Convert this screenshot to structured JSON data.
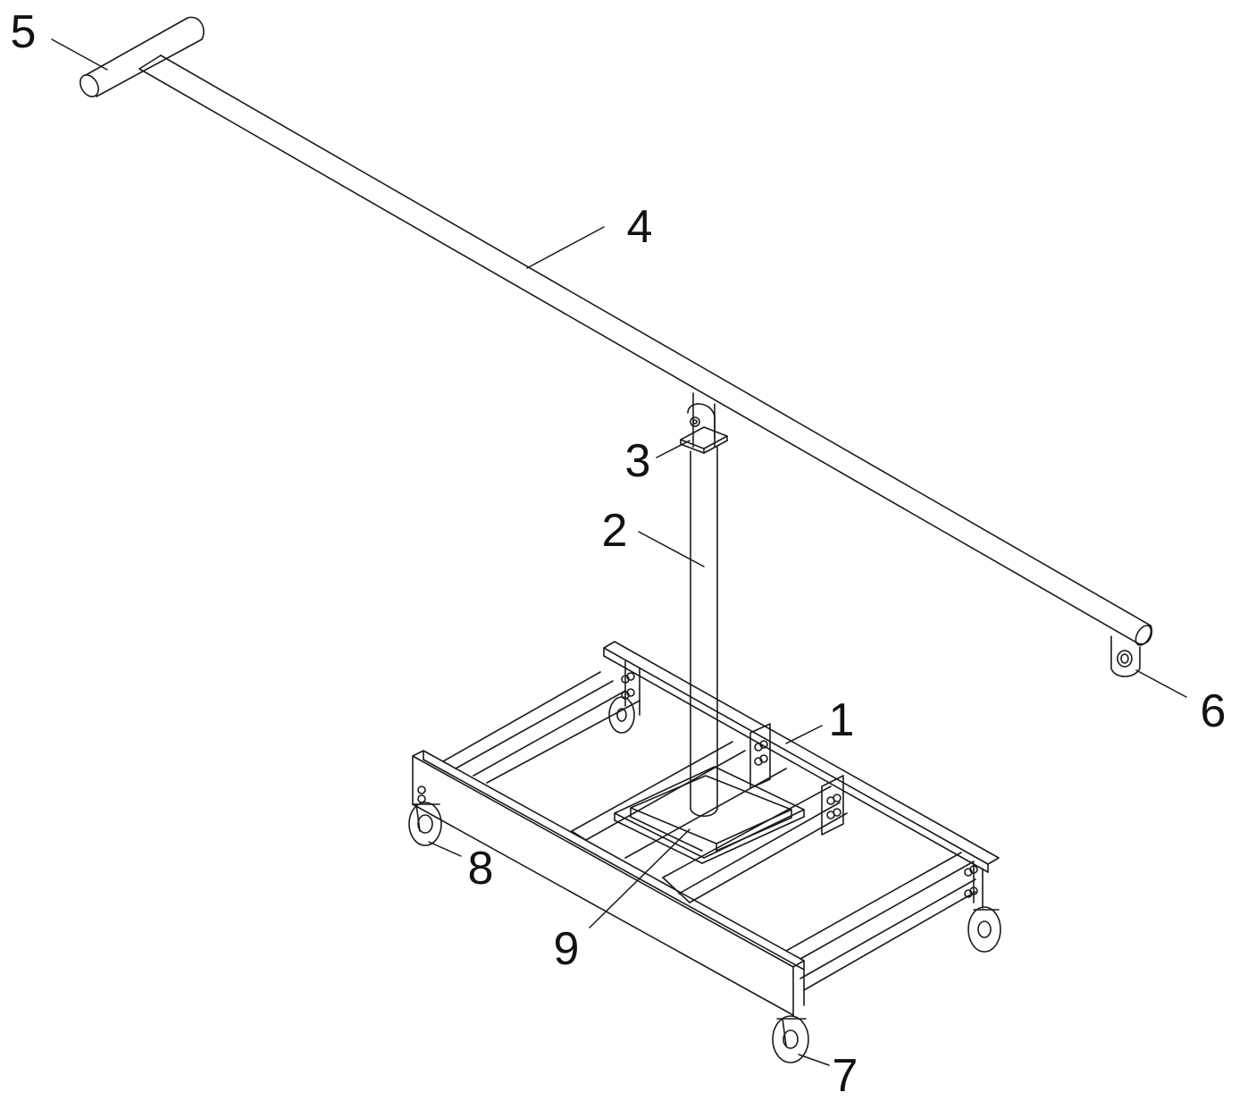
{
  "figure": {
    "callouts": [
      {
        "id": "callout-1",
        "label": "1",
        "part": "base-frame"
      },
      {
        "id": "callout-2",
        "label": "2",
        "part": "vertical-column"
      },
      {
        "id": "callout-3",
        "label": "3",
        "part": "pivot-hinge"
      },
      {
        "id": "callout-4",
        "label": "4",
        "part": "horizontal-beam"
      },
      {
        "id": "callout-5",
        "label": "5",
        "part": "cross-handle"
      },
      {
        "id": "callout-6",
        "label": "6",
        "part": "lifting-lug"
      },
      {
        "id": "callout-7",
        "label": "7",
        "part": "caster-wheel-front"
      },
      {
        "id": "callout-8",
        "label": "8",
        "part": "caster-wheel-left"
      },
      {
        "id": "callout-9",
        "label": "9",
        "part": "base-plate"
      }
    ]
  },
  "style": {
    "line_color": "#1a1a1a",
    "background": "#ffffff"
  }
}
